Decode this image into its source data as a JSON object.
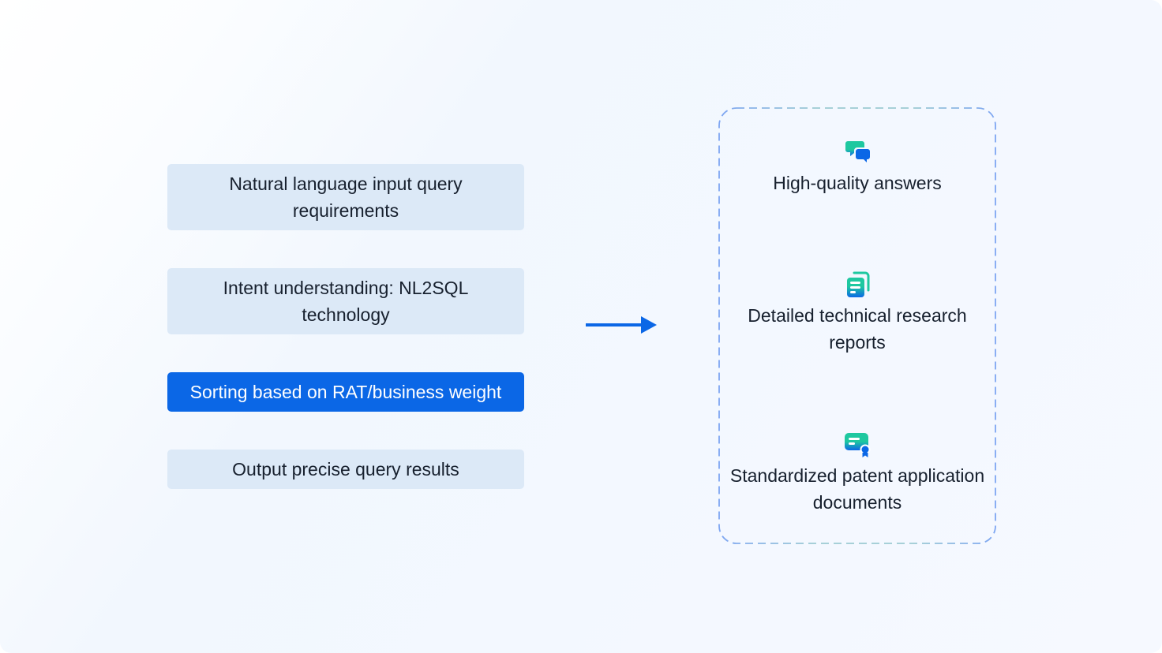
{
  "pipeline": {
    "steps": [
      {
        "label": "Natural language input query requirements",
        "active": false
      },
      {
        "label": "Intent understanding: NL2SQL technology",
        "active": false
      },
      {
        "label": "Sorting based on RAT/business weight",
        "active": true
      },
      {
        "label": "Output precise query results",
        "active": false
      }
    ],
    "connector": "arrow-right-icon"
  },
  "outputs": {
    "items": [
      {
        "label": "High-quality answers",
        "icon": "chat-bubbles-icon"
      },
      {
        "label": "Detailed technical research reports",
        "icon": "stacked-documents-icon"
      },
      {
        "label": "Standardized patent application documents",
        "icon": "certificate-document-icon"
      }
    ]
  },
  "colors": {
    "accent": "#0b67e6",
    "step_bg": "#dce9f7",
    "text": "#17202e",
    "teal": "#1ec8a0",
    "frame_blue": "#7ea6f2",
    "frame_teal": "#9ccad2"
  }
}
